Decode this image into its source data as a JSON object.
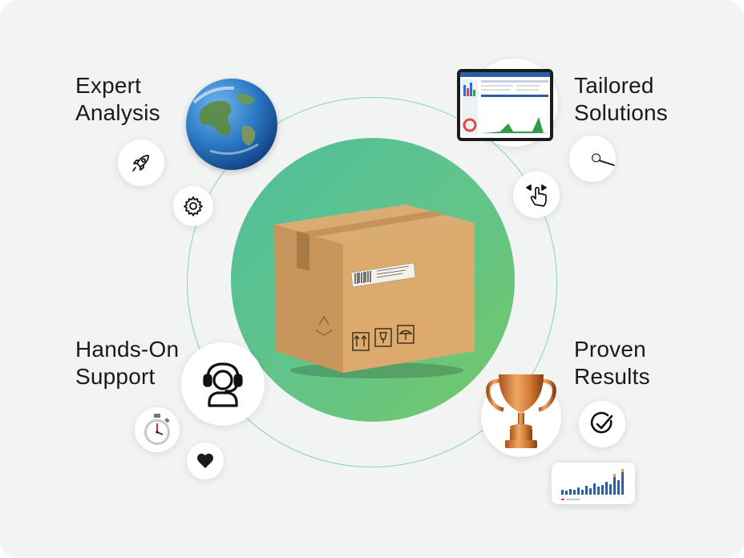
{
  "features": {
    "expert_analysis": {
      "line1": "Expert",
      "line2": "Analysis"
    },
    "tailored_solutions": {
      "line1": "Tailored",
      "line2": "Solutions"
    },
    "hands_on_support": {
      "line1": "Hands-On",
      "line2": "Support"
    },
    "proven_results": {
      "line1": "Proven",
      "line2": "Results"
    }
  },
  "icons": {
    "center": "package-box-icon",
    "top_left": [
      "globe-icon",
      "rocket-icon",
      "gear-icon"
    ],
    "top_right": [
      "dashboard-screenshot-icon",
      "magnifier-icon",
      "touch-gesture-icon"
    ],
    "bottom_left": [
      "headset-user-icon",
      "stopwatch-icon",
      "heart-icon"
    ],
    "bottom_right": [
      "trophy-icon",
      "check-circle-icon",
      "bar-chart-icon"
    ]
  },
  "colors": {
    "background": "#f2f3f3",
    "hub_gradient_start": "#4fbf9d",
    "hub_gradient_end": "#74c766",
    "ring": "#86d6a6",
    "text": "#1a1a1a"
  }
}
